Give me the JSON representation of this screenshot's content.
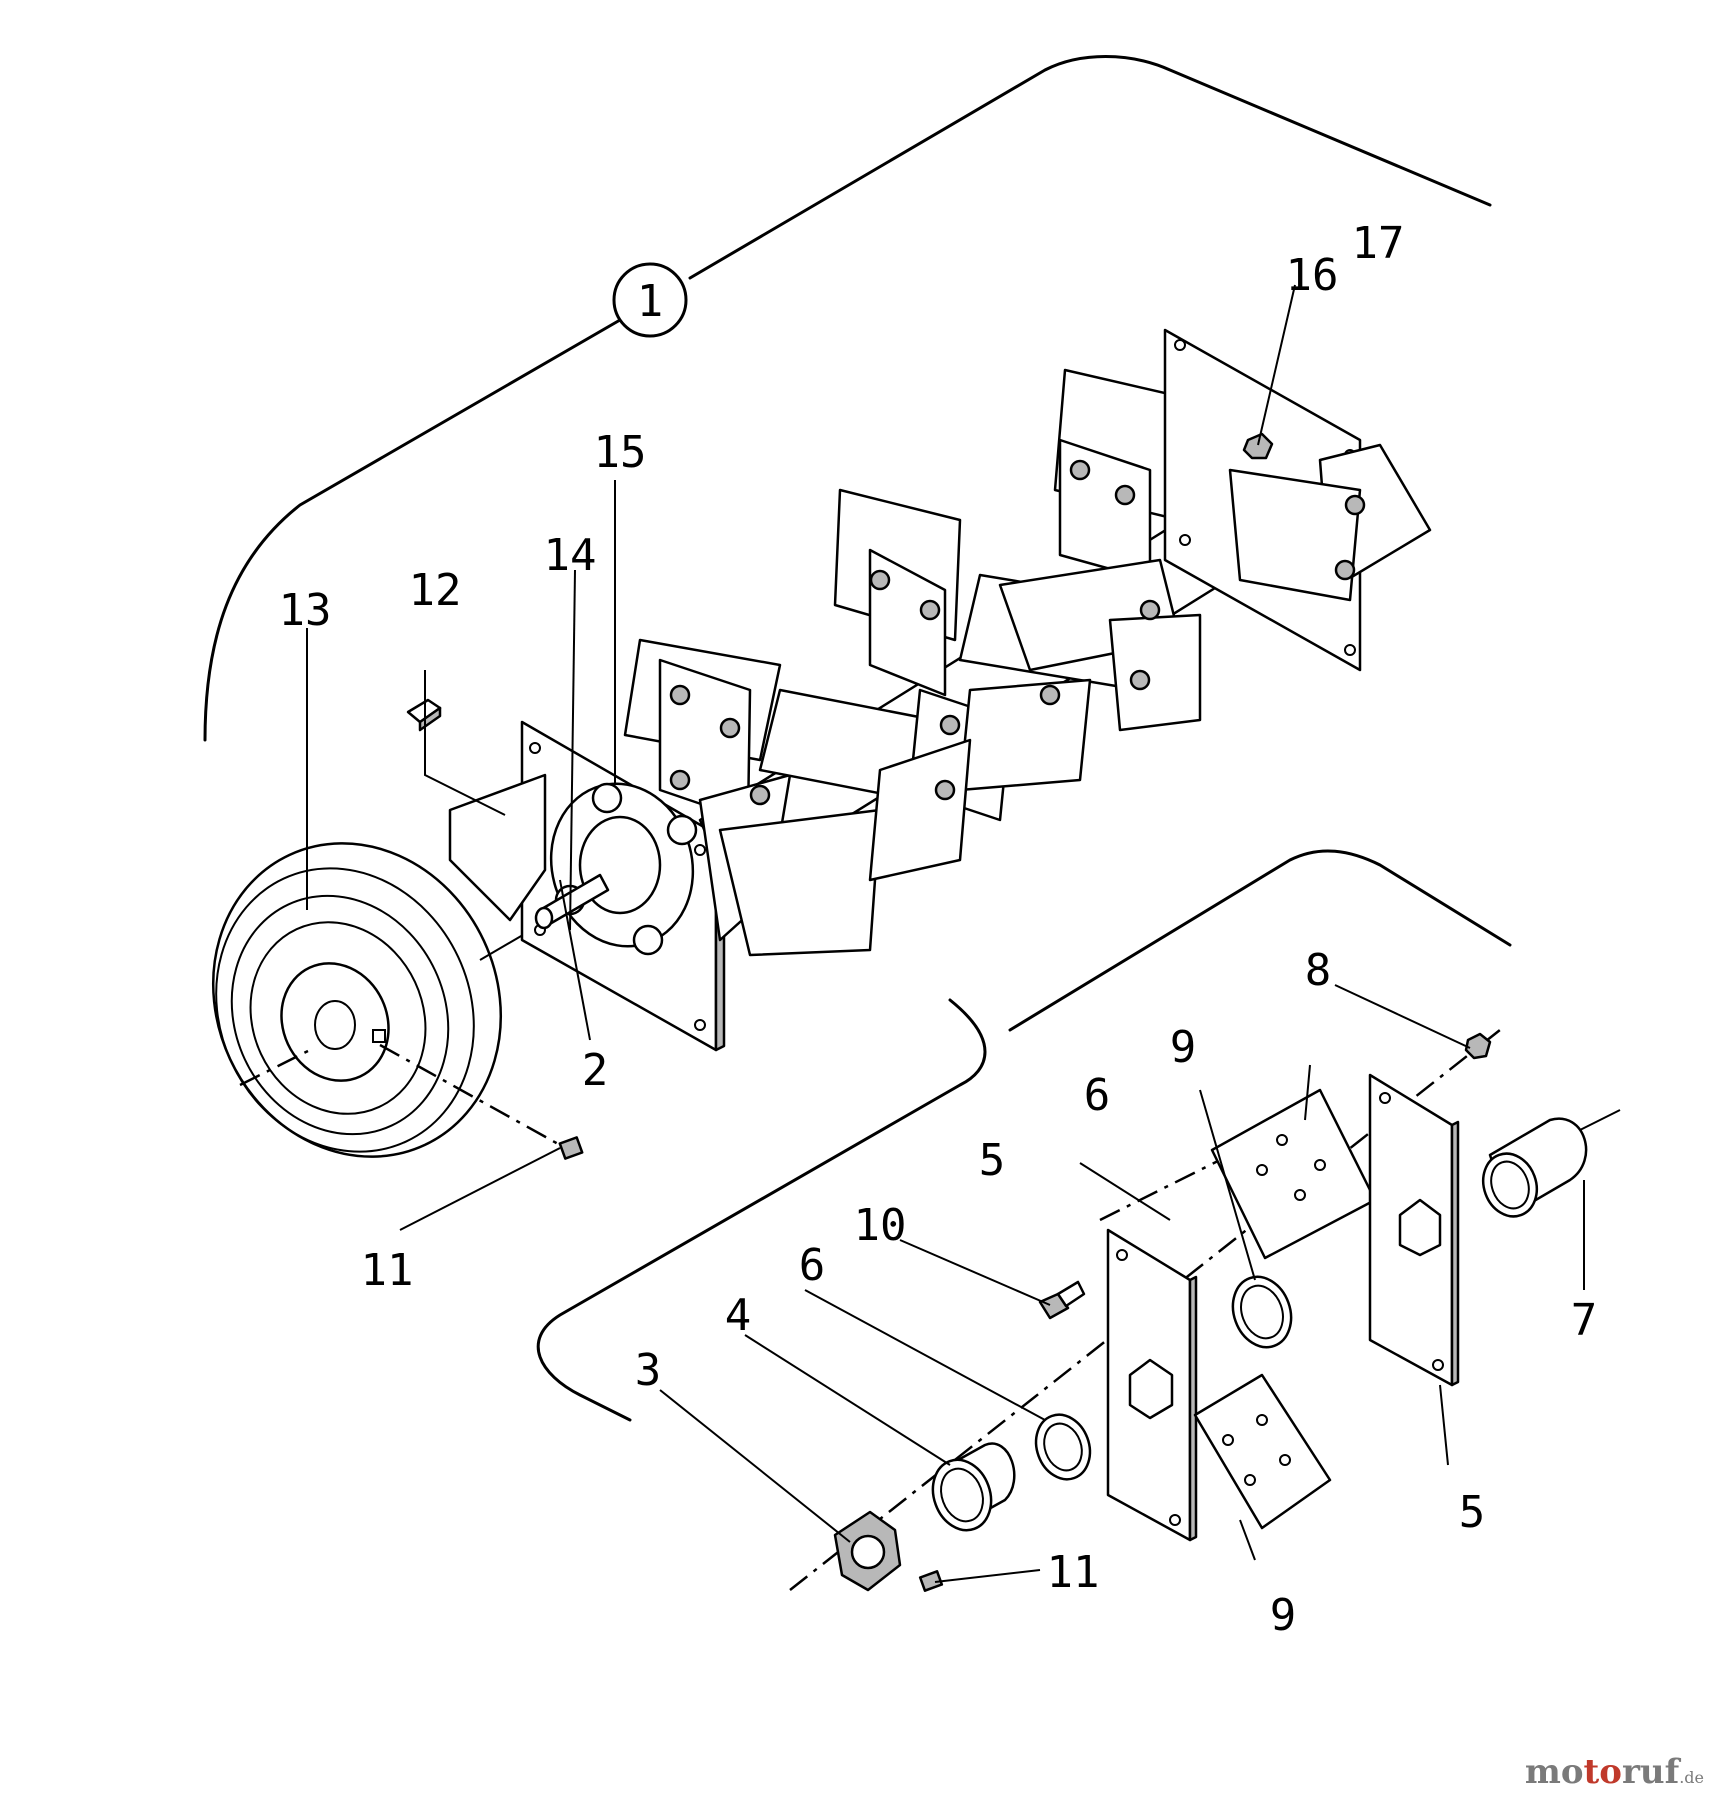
{
  "labels": {
    "l1": "1",
    "l2": "2",
    "l3": "3",
    "l4": "4",
    "l5a": "5",
    "l5b": "5",
    "l6a": "6",
    "l6b": "6",
    "l7": "7",
    "l8": "8",
    "l9a": "9",
    "l9b": "9",
    "l10": "10",
    "l11a": "11",
    "l11b": "11",
    "l12": "12",
    "l13": "13",
    "l14": "14",
    "l15": "15",
    "l16": "16",
    "l17": "17"
  },
  "watermark": {
    "part1": "mo",
    "part2": "to",
    "part3": "ruf",
    "domain": ".de"
  }
}
